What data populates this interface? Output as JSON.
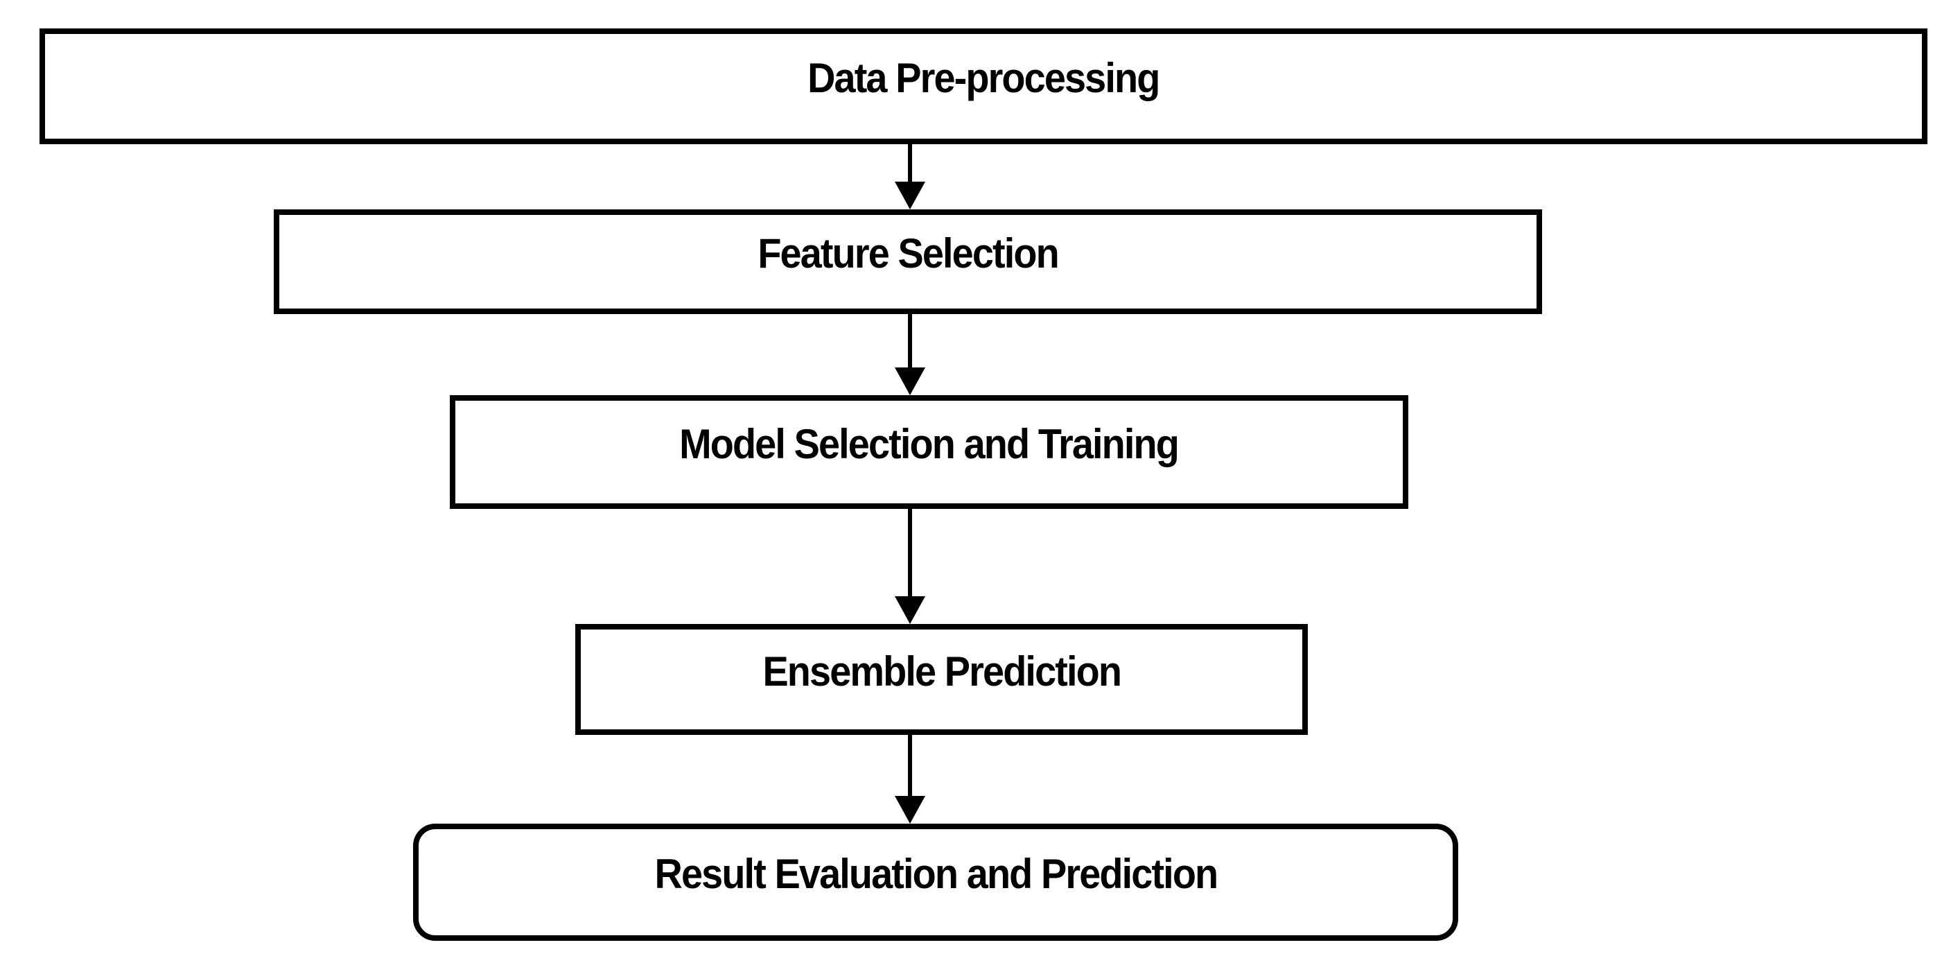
{
  "flowchart": {
    "steps": [
      {
        "label": "Data Pre-processing"
      },
      {
        "label": "Feature Selection"
      },
      {
        "label": "Model Selection and Training"
      },
      {
        "label": "Ensemble Prediction"
      },
      {
        "label": "Result Evaluation and Prediction"
      }
    ],
    "colors": {
      "line": "#000000",
      "text": "#000000",
      "background": "#ffffff"
    }
  }
}
